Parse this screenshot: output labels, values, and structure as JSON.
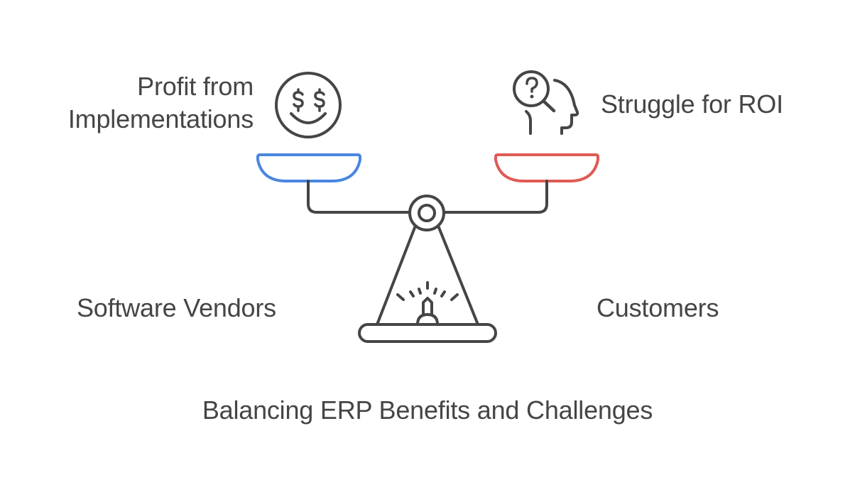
{
  "diagram": {
    "title": "Balancing ERP Benefits and Challenges",
    "left": {
      "party": "Software Vendors",
      "benefit_line1": "Profit from",
      "benefit_line2": "Implementations",
      "icon": "money-eyes-smiley-icon",
      "pan_color": "#4A86E0"
    },
    "right": {
      "party": "Customers",
      "benefit": "Struggle for ROI",
      "icon": "thinking-head-question-icon",
      "pan_color": "#E05A55"
    },
    "stroke_color": "#454545"
  }
}
